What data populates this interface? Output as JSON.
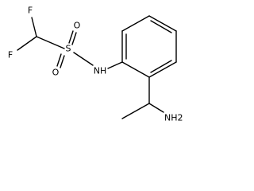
{
  "molecule": {
    "atoms": {
      "f_top": "F",
      "f_left": "F",
      "sulfur": "S",
      "oxygen_top": "O",
      "oxygen_bottom": "O",
      "amide_nitrogen": "NH",
      "amine_group": "NH2"
    }
  }
}
